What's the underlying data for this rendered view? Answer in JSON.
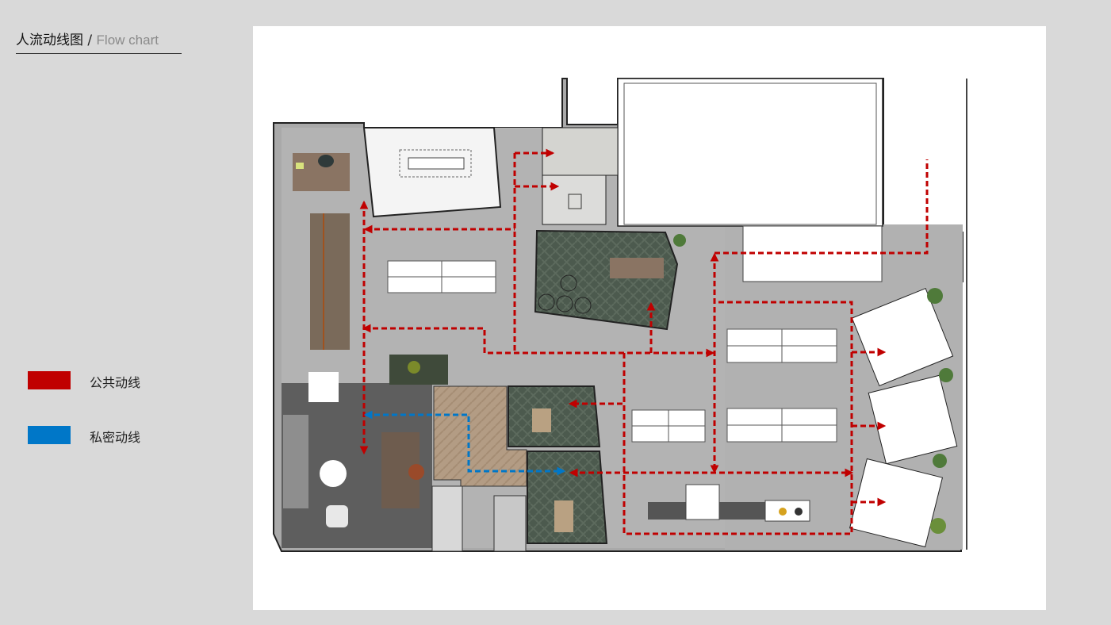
{
  "header": {
    "title_cn": "人流动线图",
    "separator": "/",
    "title_en": "Flow chart"
  },
  "legend": [
    {
      "label": "公共动线",
      "color": "#c00000"
    },
    {
      "label": "私密动线",
      "color": "#0077c8"
    }
  ],
  "plan": {
    "type": "office floor plan",
    "route_colors": {
      "public": "#c00000",
      "private": "#0077c8"
    }
  }
}
